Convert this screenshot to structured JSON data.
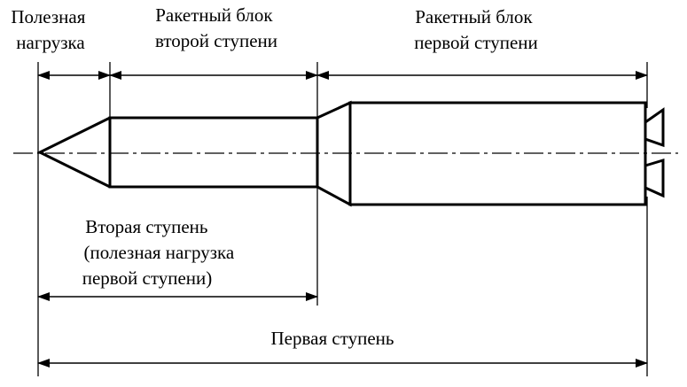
{
  "labels": {
    "payload": [
      "Полезная",
      "нагрузка"
    ],
    "stage2_block": [
      "Ракетный блок",
      "второй ступени"
    ],
    "stage1_block": [
      "Ракетный блок",
      "первой ступени"
    ],
    "stage2": [
      "Вторая ступень",
      "(полезная нагрузка",
      "первой ступени)"
    ],
    "stage1": [
      "Первая ступень"
    ]
  },
  "colors": {
    "line": "#000000",
    "background": "#ffffff"
  }
}
